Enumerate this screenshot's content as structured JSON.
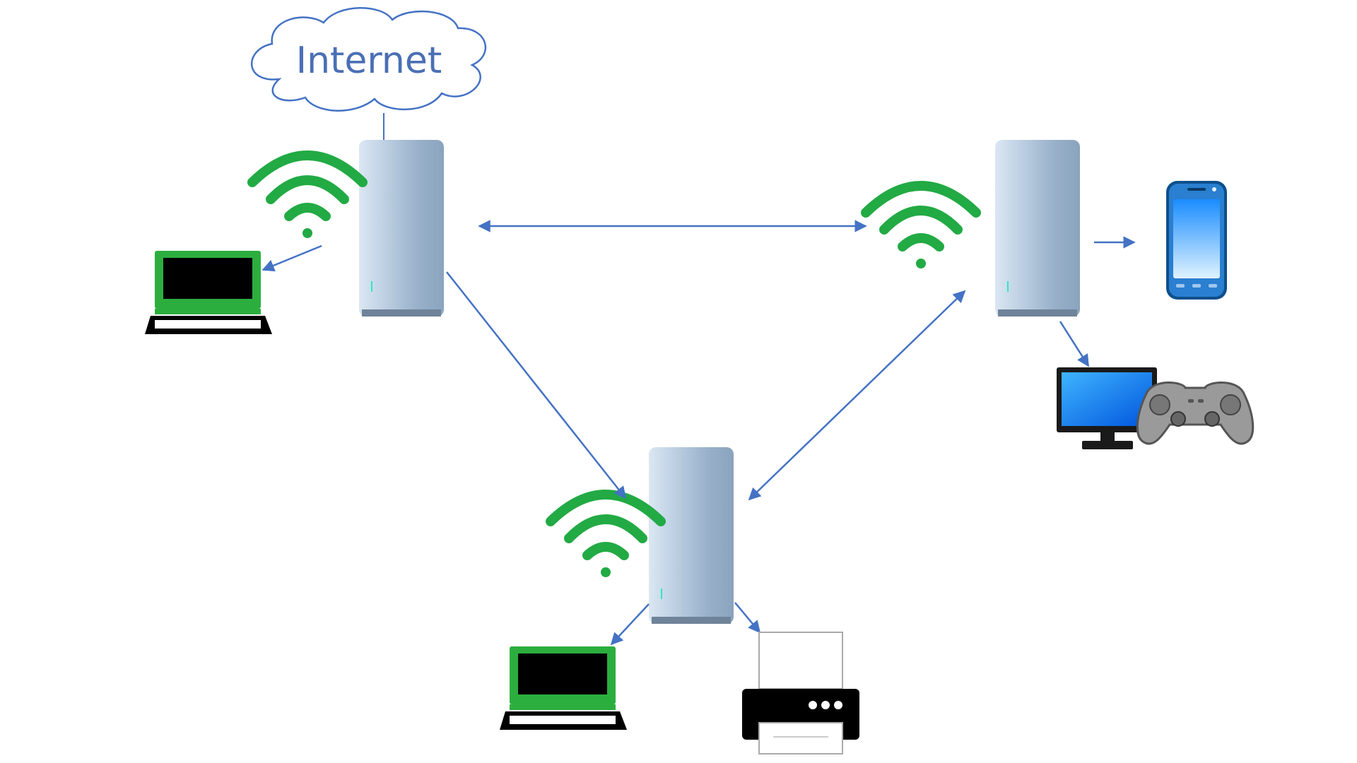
{
  "cloud": {
    "label": "Internet"
  },
  "colors": {
    "accent": "#4472c4",
    "wifi": "#22aa44",
    "wifi_glow": "#3ac8ff",
    "node_top": "#c9d9e8",
    "node_mid": "#9db4cc",
    "laptop_frame": "#2cae3f",
    "screen_blue": "#1e90ff"
  },
  "nodes": [
    {
      "id": "main",
      "role": "primary mesh node"
    },
    {
      "id": "right",
      "role": "satellite mesh node"
    },
    {
      "id": "bottom",
      "role": "satellite mesh node"
    }
  ],
  "devices": [
    "laptop",
    "smartphone",
    "monitor",
    "game-controller",
    "laptop",
    "printer"
  ]
}
